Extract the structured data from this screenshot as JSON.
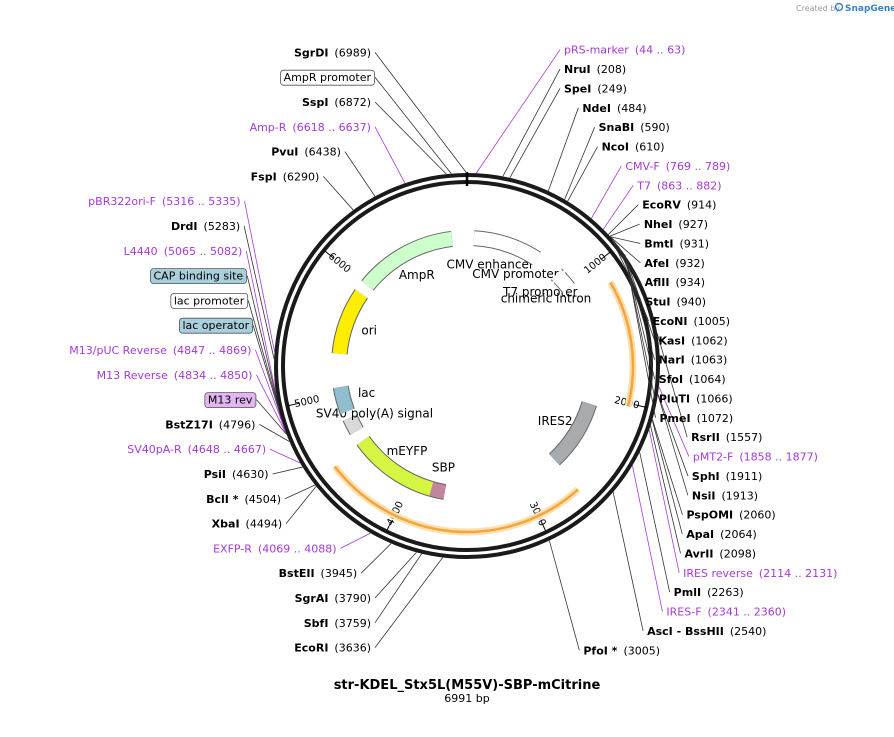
{
  "credit": {
    "prefix": "Created by",
    "brand": "SnapGene"
  },
  "plasmid": {
    "name": "str-KDEL_Stx5L(M55V)-SBP-mCitrine",
    "size": "6991 bp"
  },
  "ticks": [
    {
      "label": "1000",
      "pos": 1000
    },
    {
      "label": "2000",
      "pos": 2000
    },
    {
      "label": "3000",
      "pos": 3000
    },
    {
      "label": "4000",
      "pos": 4000
    },
    {
      "label": "5000",
      "pos": 5000
    },
    {
      "label": "6000",
      "pos": 6000
    }
  ],
  "labels": [
    {
      "name": "SgrDI",
      "coord": "(6989)",
      "type": "site",
      "pos": 6989
    },
    {
      "name": "pRS-marker",
      "coord": "(44 .. 63)",
      "type": "primer",
      "pos": 53
    },
    {
      "name": "AmpR promoter",
      "coord": "",
      "type": "boxed",
      "pos": 6900
    },
    {
      "name": "NruI",
      "coord": "(208)",
      "type": "site",
      "pos": 208
    },
    {
      "name": "SspI",
      "coord": "(6872)",
      "type": "site",
      "pos": 6872
    },
    {
      "name": "SpeI",
      "coord": "(249)",
      "type": "site",
      "pos": 249
    },
    {
      "name": "Amp-R",
      "coord": "(6618 .. 6637)",
      "type": "primer",
      "pos": 6627
    },
    {
      "name": "NdeI",
      "coord": "(484)",
      "type": "site",
      "pos": 484
    },
    {
      "name": "SnaBI",
      "coord": "(590)",
      "type": "site",
      "pos": 590
    },
    {
      "name": "PvuI",
      "coord": "(6438)",
      "type": "site",
      "pos": 6438
    },
    {
      "name": "NcoI",
      "coord": "(610)",
      "type": "site",
      "pos": 610
    },
    {
      "name": "FspI",
      "coord": "(6290)",
      "type": "site",
      "pos": 6290
    },
    {
      "name": "CMV-F",
      "coord": "(769 .. 789)",
      "type": "primer",
      "pos": 779
    },
    {
      "name": "T7",
      "coord": "(863 .. 882)",
      "type": "primer",
      "pos": 872
    },
    {
      "name": "EcoRV",
      "coord": "(914)",
      "type": "site",
      "pos": 914
    },
    {
      "name": "NheI",
      "coord": "(927)",
      "type": "site",
      "pos": 927
    },
    {
      "name": "BmtI",
      "coord": "(931)",
      "type": "site",
      "pos": 931
    },
    {
      "name": "AfeI",
      "coord": "(932)",
      "type": "site",
      "pos": 932
    },
    {
      "name": "AflII",
      "coord": "(934)",
      "type": "site",
      "pos": 934
    },
    {
      "name": "StuI",
      "coord": "(940)",
      "type": "site",
      "pos": 940
    },
    {
      "name": "EcoNI",
      "coord": "(1005)",
      "type": "site",
      "pos": 1005
    },
    {
      "name": "KasI",
      "coord": "(1062)",
      "type": "site",
      "pos": 1062
    },
    {
      "name": "NarI",
      "coord": "(1063)",
      "type": "site",
      "pos": 1063
    },
    {
      "name": "SfoI",
      "coord": "(1064)",
      "type": "site",
      "pos": 1064
    },
    {
      "name": "PluTI",
      "coord": "(1066)",
      "type": "site",
      "pos": 1066
    },
    {
      "name": "PmeI",
      "coord": "(1072)",
      "type": "site",
      "pos": 1072
    },
    {
      "name": "pBR322ori-F",
      "coord": "(5316 .. 5335)",
      "type": "primer",
      "pos": 5325
    },
    {
      "name": "DrdI",
      "coord": "(5283)",
      "type": "site",
      "pos": 5283
    },
    {
      "name": "RsrII",
      "coord": "(1557)",
      "type": "site",
      "pos": 1557
    },
    {
      "name": "L4440",
      "coord": "(5065 .. 5082)",
      "type": "primer",
      "pos": 5073
    },
    {
      "name": "pMT2-F",
      "coord": "(1858 .. 1877)",
      "type": "primer",
      "pos": 1867
    },
    {
      "name": "CAP binding site",
      "coord": "",
      "type": "boxed-blue",
      "pos": 5040
    },
    {
      "name": "SphI",
      "coord": "(1911)",
      "type": "site",
      "pos": 1911
    },
    {
      "name": "lac promoter",
      "coord": "",
      "type": "boxed",
      "pos": 5010
    },
    {
      "name": "NsiI",
      "coord": "(1913)",
      "type": "site",
      "pos": 1913
    },
    {
      "name": "M13/pUC Reverse",
      "coord": "(4847 .. 4869)",
      "type": "primer",
      "pos": 4858
    },
    {
      "name": "PspOMI",
      "coord": "(2060)",
      "type": "site",
      "pos": 2060
    },
    {
      "name": "lac operator",
      "coord": "",
      "type": "boxed-blue",
      "pos": 4900
    },
    {
      "name": "ApaI",
      "coord": "(2064)",
      "type": "site",
      "pos": 2064
    },
    {
      "name": "AvrII",
      "coord": "(2098)",
      "type": "site",
      "pos": 2098
    },
    {
      "name": "M13 Reverse",
      "coord": "(4834 .. 4850)",
      "type": "primer",
      "pos": 4842
    },
    {
      "name": "IRES reverse",
      "coord": "(2114 .. 2131)",
      "type": "primer",
      "pos": 2122
    },
    {
      "name": "M13 rev",
      "coord": "",
      "type": "boxed-purple",
      "pos": 4842
    },
    {
      "name": "PmlI",
      "coord": "(2263)",
      "type": "site",
      "pos": 2263
    },
    {
      "name": "BstZ17I",
      "coord": "(4796)",
      "type": "site",
      "pos": 4796
    },
    {
      "name": "IRES-F",
      "coord": "(2341 .. 2360)",
      "type": "primer",
      "pos": 2350
    },
    {
      "name": "SV40pA-R",
      "coord": "(4648 .. 4667)",
      "type": "primer",
      "pos": 4657
    },
    {
      "name": "PsiI",
      "coord": "(4630)",
      "type": "site",
      "pos": 4630
    },
    {
      "name": "AscI - BssHII",
      "coord": "(2540)",
      "type": "site",
      "pos": 2540
    },
    {
      "name": "BclI *",
      "coord": "(4504)",
      "type": "site",
      "pos": 4504
    },
    {
      "name": "XbaI",
      "coord": "(4494)",
      "type": "site",
      "pos": 4494
    },
    {
      "name": "EXFP-R",
      "coord": "(4069 .. 4088)",
      "type": "primer",
      "pos": 4078
    },
    {
      "name": "BstEII",
      "coord": "(3945)",
      "type": "site",
      "pos": 3945
    },
    {
      "name": "SgrAI",
      "coord": "(3790)",
      "type": "site",
      "pos": 3790
    },
    {
      "name": "PfoI *",
      "coord": "(3005)",
      "type": "site",
      "pos": 3005
    },
    {
      "name": "SbfI",
      "coord": "(3759)",
      "type": "site",
      "pos": 3759
    },
    {
      "name": "EcoRI",
      "coord": "(3636)",
      "type": "site",
      "pos": 3636
    }
  ],
  "features": [
    {
      "name": "CMV enhancer",
      "color": "#ffffff",
      "start": 60,
      "end": 440
    },
    {
      "name": "CMV promoter",
      "color": "#ffffff",
      "start": 440,
      "end": 640
    },
    {
      "name": "T7 promoter",
      "color": "#ffffff",
      "start": 860,
      "end": 880
    },
    {
      "name": "chimeric intron",
      "color": "#ffffff",
      "start": 900,
      "end": 1020
    },
    {
      "name": "IRES2",
      "color": "#a7abad",
      "start": 2080,
      "end": 2660
    },
    {
      "name": "SBP",
      "color": "#c2859e",
      "start": 3690,
      "end": 3810
    },
    {
      "name": "mEYFP",
      "color": "#d4f542",
      "start": 3810,
      "end": 4550
    },
    {
      "name": "SV40 poly(A) signal",
      "color": "#d9d9d9",
      "start": 4650,
      "end": 4780
    },
    {
      "name": "ori",
      "color": "#ffee00",
      "start": 5350,
      "end": 5910
    },
    {
      "name": "AmpR",
      "color": "#ccffcc",
      "start": 6000,
      "end": 6860
    },
    {
      "name": "lac",
      "color": "#8fbfcf",
      "start": 4840,
      "end": 5060
    }
  ],
  "orfs": [
    {
      "name": "ORF-1",
      "color": "#f6a43b",
      "start": 1160,
      "end": 2020
    },
    {
      "name": "ORF-2",
      "color": "#f6a43b",
      "start": 2680,
      "end": 4520
    }
  ]
}
